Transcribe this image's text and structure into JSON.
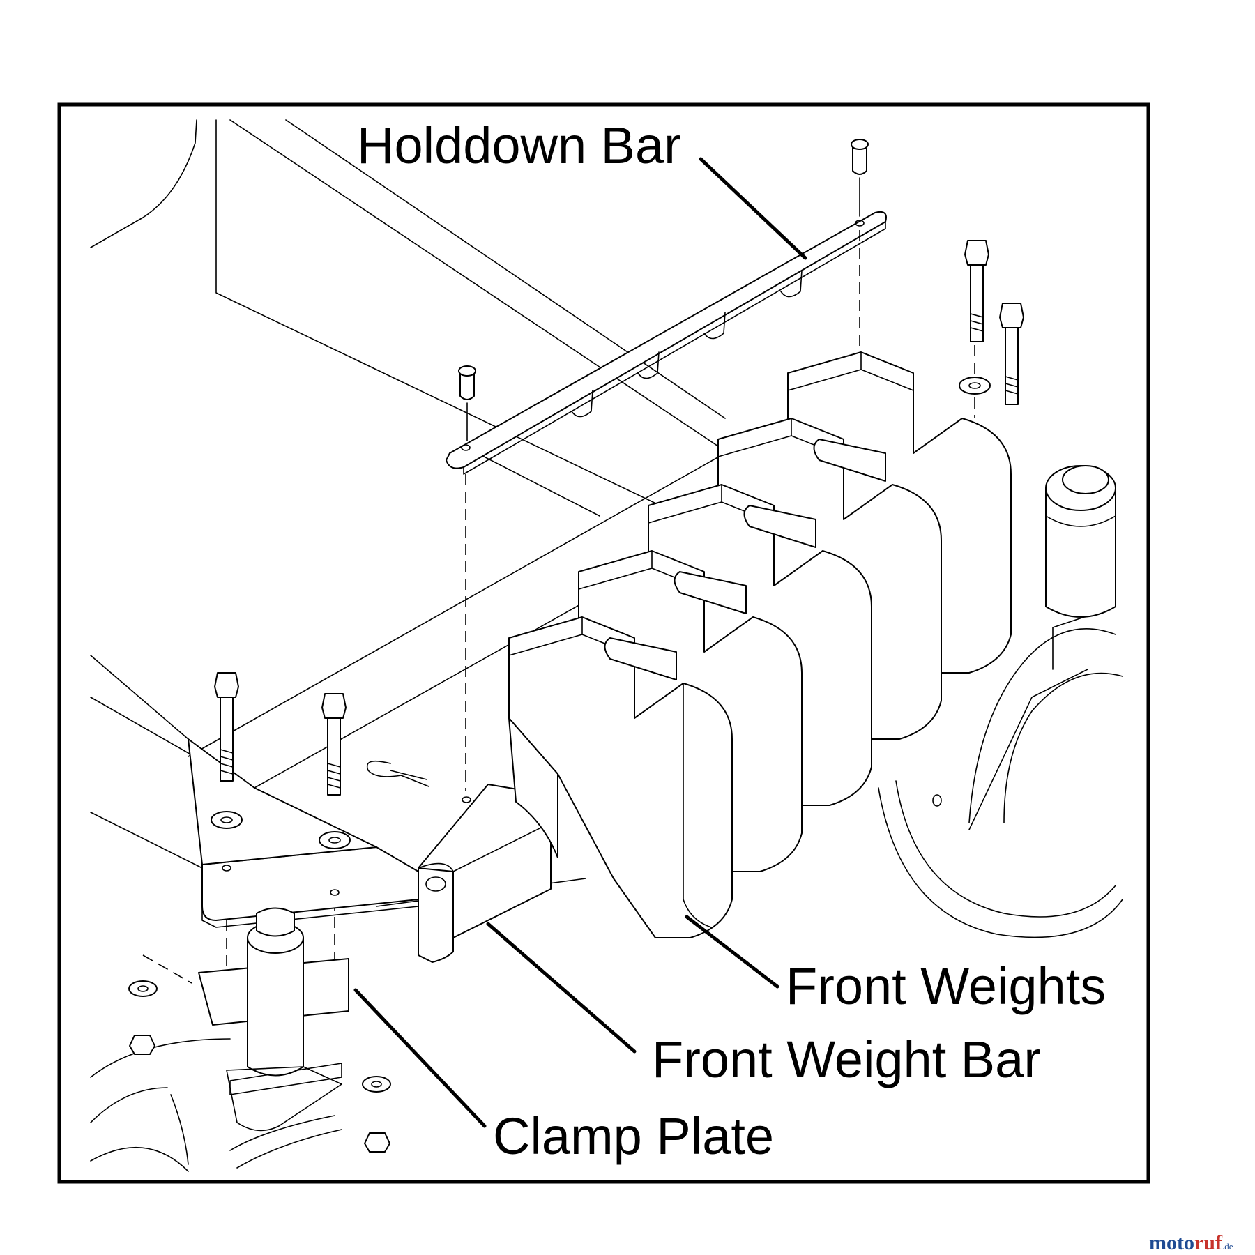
{
  "labels": {
    "holddown_bar": "Holddown Bar",
    "front_weights": "Front Weights",
    "front_weight_bar": "Front Weight Bar",
    "clamp_plate": "Clamp Plate"
  },
  "watermark": {
    "part1": "moto",
    "part2": "ruf",
    "tld": ".de"
  },
  "colors": {
    "line": "#000000",
    "watermark_blue": "#1f4b93",
    "watermark_red": "#c7332b"
  }
}
